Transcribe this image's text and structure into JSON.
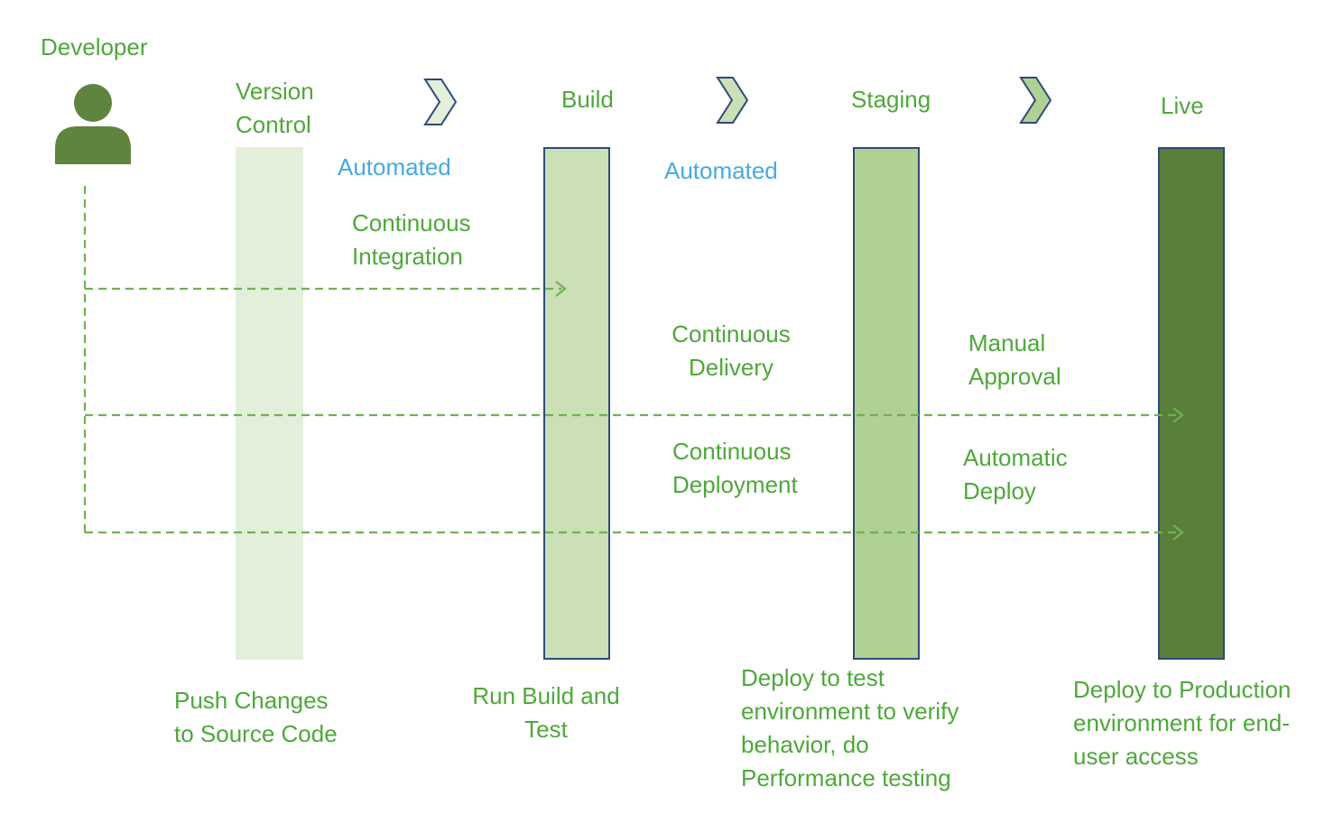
{
  "colors": {
    "text_green": "#4ea83a",
    "text_blue": "#47a9e0",
    "bar_version_control": "#e3efdb",
    "bar_build": "#cbe0b6",
    "bar_staging": "#b1d094",
    "bar_live": "#5a7f3a",
    "bar_border": "#2e4a7a",
    "icon_green": "#5e843f",
    "dash_green": "#71b054"
  },
  "actor": {
    "label": "Developer",
    "icon": "person-icon"
  },
  "stages": [
    {
      "label": "Version\nControl",
      "description": "Push Changes\nto Source Code"
    },
    {
      "label": "Build",
      "description": "Run Build and\nTest"
    },
    {
      "label": "Staging",
      "description": "Deploy to test\nenvironment to verify\nbehavior, do\nPerformance testing"
    },
    {
      "label": "Live",
      "description": "Deploy to Production\nenvironment for end-\nuser access"
    }
  ],
  "chevron_icon": "chevron-right-icon",
  "labels": {
    "automated_1": "Automated",
    "automated_2": "Automated",
    "continuous_integration": "Continuous\nIntegration",
    "continuous_delivery": "Continuous\nDelivery",
    "continuous_deployment": "Continuous\nDeployment",
    "manual_approval": "Manual\nApproval",
    "automatic_deploy": "Automatic\nDeploy"
  }
}
